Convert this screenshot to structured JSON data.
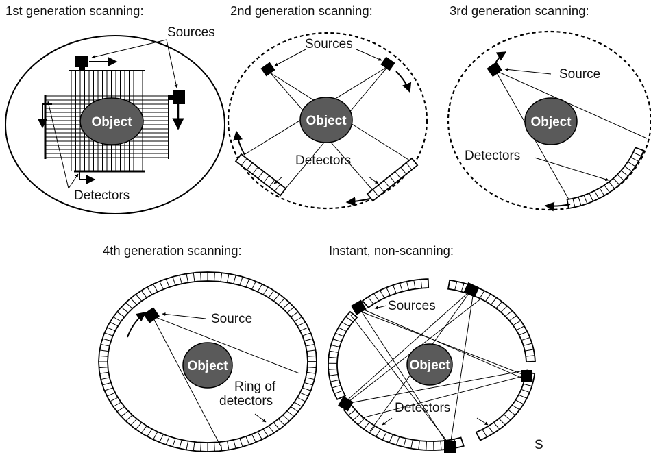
{
  "panels": {
    "gen1": {
      "title": "1st generation scanning:",
      "sources_label": "Sources",
      "detectors_label": "Detectors",
      "object_label": "Object"
    },
    "gen2": {
      "title": "2nd generation scanning:",
      "sources_label": "Sources",
      "detectors_label": "Detectors",
      "object_label": "Object"
    },
    "gen3": {
      "title": "3rd generation scanning:",
      "source_label": "Source",
      "detectors_label": "Detectors",
      "object_label": "Object"
    },
    "gen4": {
      "title": "4th generation scanning:",
      "source_label": "Source",
      "ring_label_line1": "Ring of",
      "ring_label_line2": "detectors",
      "object_label": "Object"
    },
    "instant": {
      "title": "Instant, non-scanning:",
      "sources_label": "Sources",
      "detectors_label": "Detectors",
      "object_label": "Object"
    }
  },
  "cropped_fragment": "S",
  "colors": {
    "object_fill": "#5a5a5a",
    "line": "#000000",
    "background": "#ffffff"
  }
}
